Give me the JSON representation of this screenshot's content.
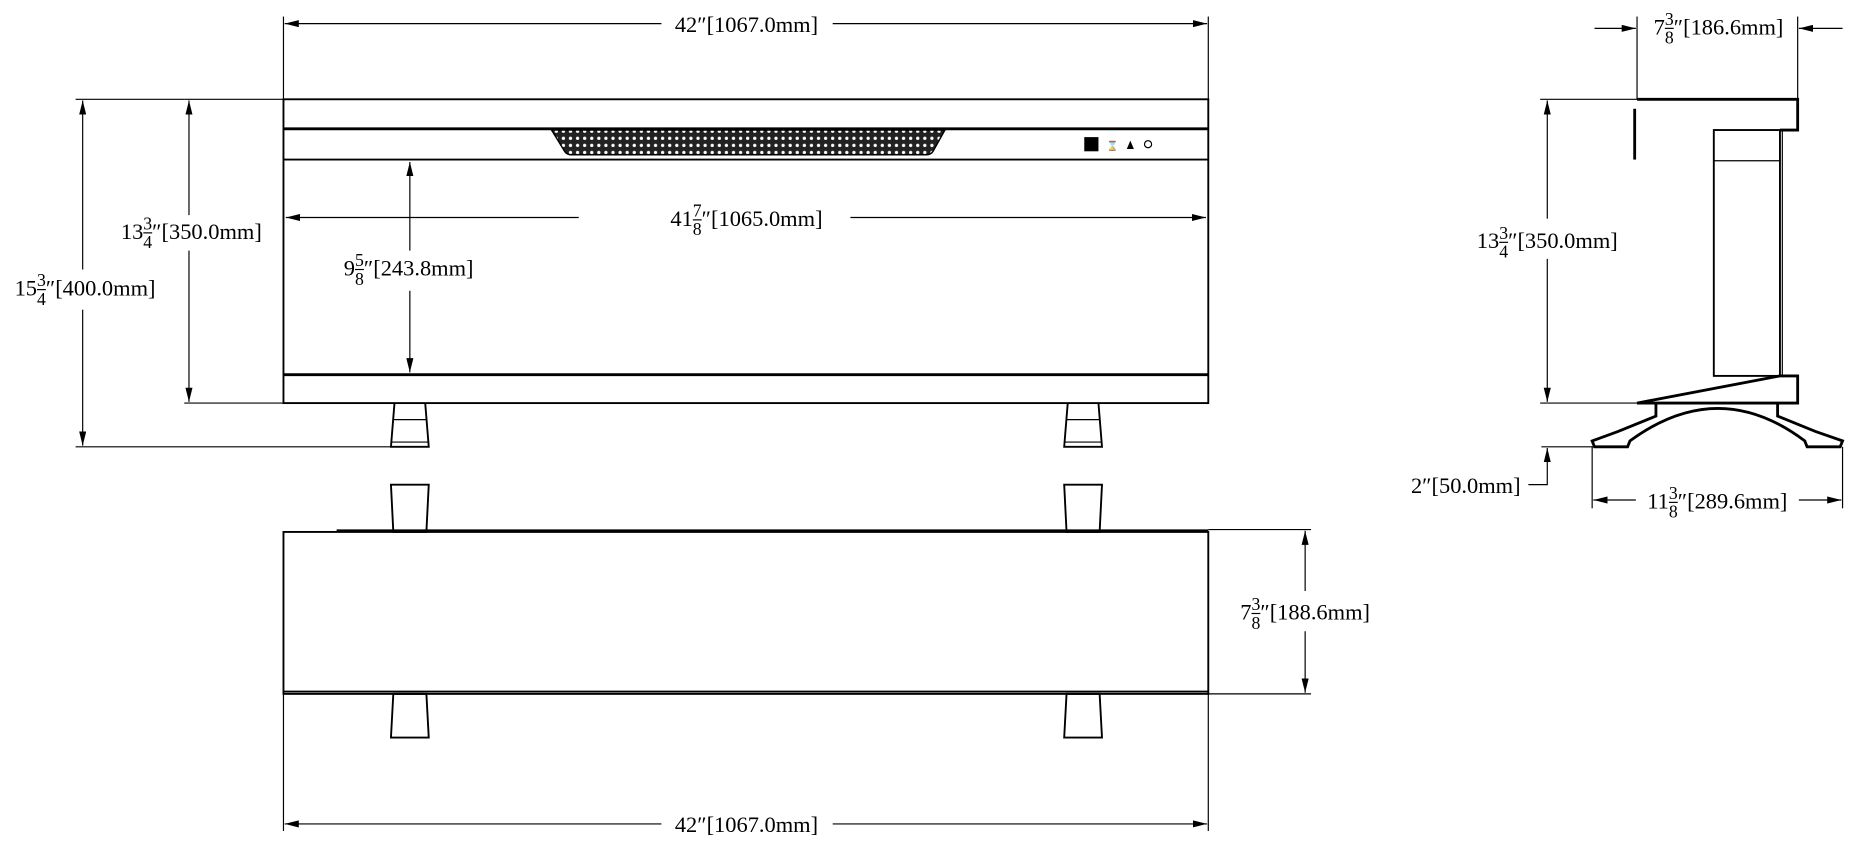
{
  "drawing": {
    "front_view": {
      "overall_width": {
        "whole": "42",
        "num": "",
        "den": "",
        "mm": "[1067.0mm]"
      },
      "inner_width": {
        "whole": "41",
        "num": "7",
        "den": "8",
        "mm": "[1065.0mm]"
      },
      "body_height": {
        "whole": "13",
        "num": "3",
        "den": "4",
        "mm": "[350.0mm]"
      },
      "total_height": {
        "whole": "15",
        "num": "3",
        "den": "4",
        "mm": "[400.0mm]"
      },
      "screen_height": {
        "whole": "9",
        "num": "5",
        "den": "8",
        "mm": "[243.8mm]"
      }
    },
    "top_view": {
      "depth": {
        "whole": "7",
        "num": "3",
        "den": "8",
        "mm": "[188.6mm]"
      },
      "overall_width": {
        "whole": "42",
        "num": "",
        "den": "",
        "mm": "[1067.0mm]"
      }
    },
    "side_view": {
      "depth": {
        "whole": "7",
        "num": "3",
        "den": "8",
        "mm": "[186.6mm]"
      },
      "body_height": {
        "whole": "13",
        "num": "3",
        "den": "4",
        "mm": "[350.0mm]"
      },
      "leg_height": {
        "whole": "2",
        "num": "",
        "den": "",
        "mm": "[50.0mm]"
      },
      "foot_width": {
        "whole": "11",
        "num": "3",
        "den": "8",
        "mm": "[289.6mm]"
      }
    },
    "inch_mark": "″"
  }
}
